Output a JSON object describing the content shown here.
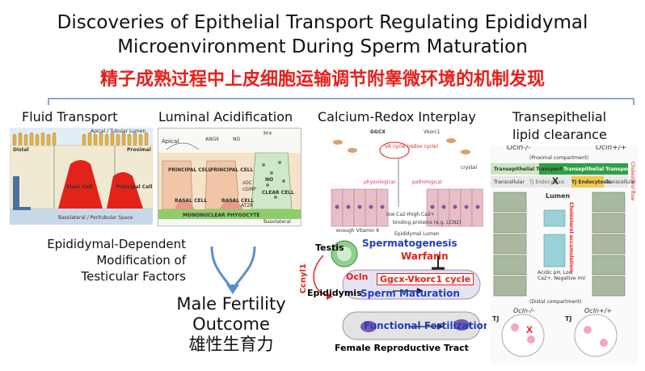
{
  "title": {
    "line1": "Discoveries of Epithelial Transport Regulating Epididymal",
    "line2": "Microenvironment During Sperm Maturation",
    "chinese": "精子成熟过程中上皮细胞运输调节附睾微环境的机制发现"
  },
  "sections": {
    "fluid": "Fluid Transport",
    "acid": "Luminal Acidification",
    "calcium": "Calcium-Redox Interplay",
    "lipid_line1": "Transepithelial",
    "lipid_line2": "lipid clearance"
  },
  "fluid_panel": {
    "distal": "Distal",
    "proximal": "Proximal",
    "apical": "Apical / Tubular Lumen",
    "clear_cell": "Clear Cell",
    "principal_cell": "Principal Cell",
    "basolateral": "Basolateral / Peritubular Space"
  },
  "acid_panel": {
    "apical": "Apical",
    "h_plus": "H+",
    "angii": "ANGII",
    "no": "NO",
    "no2": "NO",
    "principal1": "PRINCIPAL CELL",
    "principal2": "PRINCIPAL CELL",
    "basal1": "BASAL CELL",
    "basal2": "BASAL CELL",
    "clear": "CLEAR CELL",
    "sgc": "sGC",
    "cgmp": "cGMP",
    "at2r": "AT2R",
    "mono": "MONONUCLEAR PHYGOCYTE",
    "basolateral": "Basolateral"
  },
  "calcium_panel": {
    "ggcx": "GGCX",
    "vk_cycle": "VK cycle (redox cycle)",
    "vkorc1": "Vkorc1",
    "crystal": "crystal",
    "physiological": "physiological",
    "pathological": "pathological",
    "enough_vk": "enough Vitamin K",
    "low_ca": "low Ca2+",
    "high_ca": "high Ca2+",
    "binding": "binding proteins (e.g. LCN2)",
    "lumen": "Epididymal Lumen"
  },
  "fertility_panel": {
    "testis": "Testis",
    "spermatogenesis": "Spermatogenesis",
    "warfarin": "Warfarin",
    "ccnyl1": "Ccnyl1",
    "ocln": "Ocln",
    "ggcx_cycle": "Ggcx-Vkorc1 cycle",
    "epididymis": "Epididymis",
    "sperm_maturation": "Sperm Maturation",
    "functional_fertilization": "Functional Fertilization",
    "female_tract": "Female Reproductive Tract"
  },
  "lipid_panel": {
    "ocln_ko": "Ocln-/-",
    "ocln_wt": "Ocln+/+",
    "proximal": "(Proximal compartment)",
    "transepithelial1": "Transepithelial Transport",
    "transepithelial2": "Transepithelial Transport",
    "cholesterol_flow": "Cholesterol flow",
    "transcellular1": "Transcellular",
    "tj_endocytosis1": "TJ Endocytosis",
    "tj_endocytosis2": "TJ Endocytosis",
    "transcellular2": "Transcellular",
    "lumen": "Lumen",
    "cholesterol_acc": "Cholesterol accumulation",
    "acidic": "Acidic pH, Low Ca2+, Negative mV",
    "distal": "(Distal compartment)",
    "ocln_ko2": "Ocln-/-",
    "ocln_wt2": "Ocln+/+",
    "tj1": "TJ",
    "tj2": "TJ"
  },
  "modification": {
    "line1": "Epididymal-Dependent",
    "line2": "Modification of",
    "line3": "Testicular Factors"
  },
  "outcome": {
    "line1": "Male Fertility",
    "line2": "Outcome",
    "chinese": "雄性生育力"
  }
}
